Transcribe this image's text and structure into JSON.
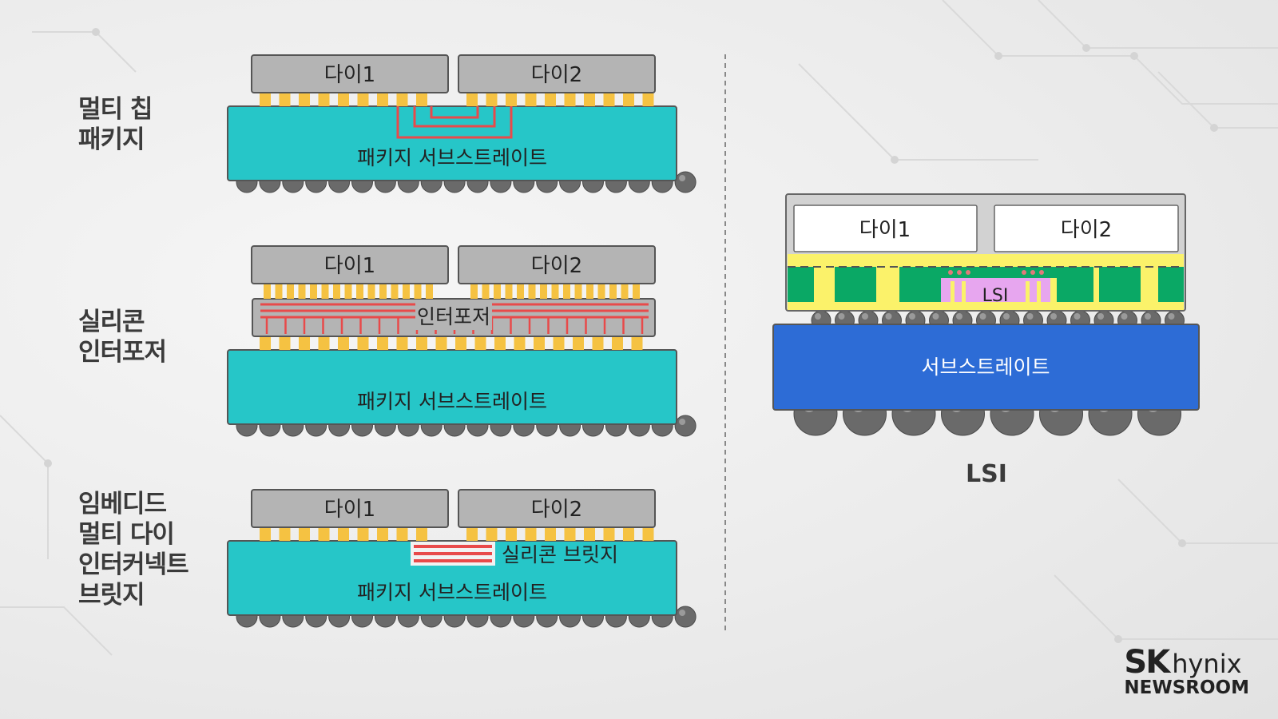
{
  "labels": {
    "multi_chip": "멀티 칩\n패키지",
    "interposer": "실리콘\n인터포저",
    "emib": "임베디드\n멀티 다이\n인터커넥트\n브릿지"
  },
  "die1": "다이1",
  "die2": "다이2",
  "package_substrate": "패키지 서브스트레이트",
  "interposer_text": "인터포저",
  "silicon_bridge": "실리콘 브릿지",
  "lsi": {
    "chip_label": "LSI",
    "substrate": "서브스트레이트",
    "caption": "LSI"
  },
  "brand": {
    "sk": "SK",
    "hynix": "hynix",
    "newsroom": "NEWSROOM"
  },
  "colors": {
    "substrate": "#26c6c8",
    "die": "#b4b4b4",
    "bump": "#f5c242",
    "wire": "#e84a4a",
    "lsi_substrate": "#2d6cd6",
    "lsi_mold": "#fbf26a",
    "lsi_green": "#0aa865",
    "lsi_chip": "#e7a6ef"
  }
}
